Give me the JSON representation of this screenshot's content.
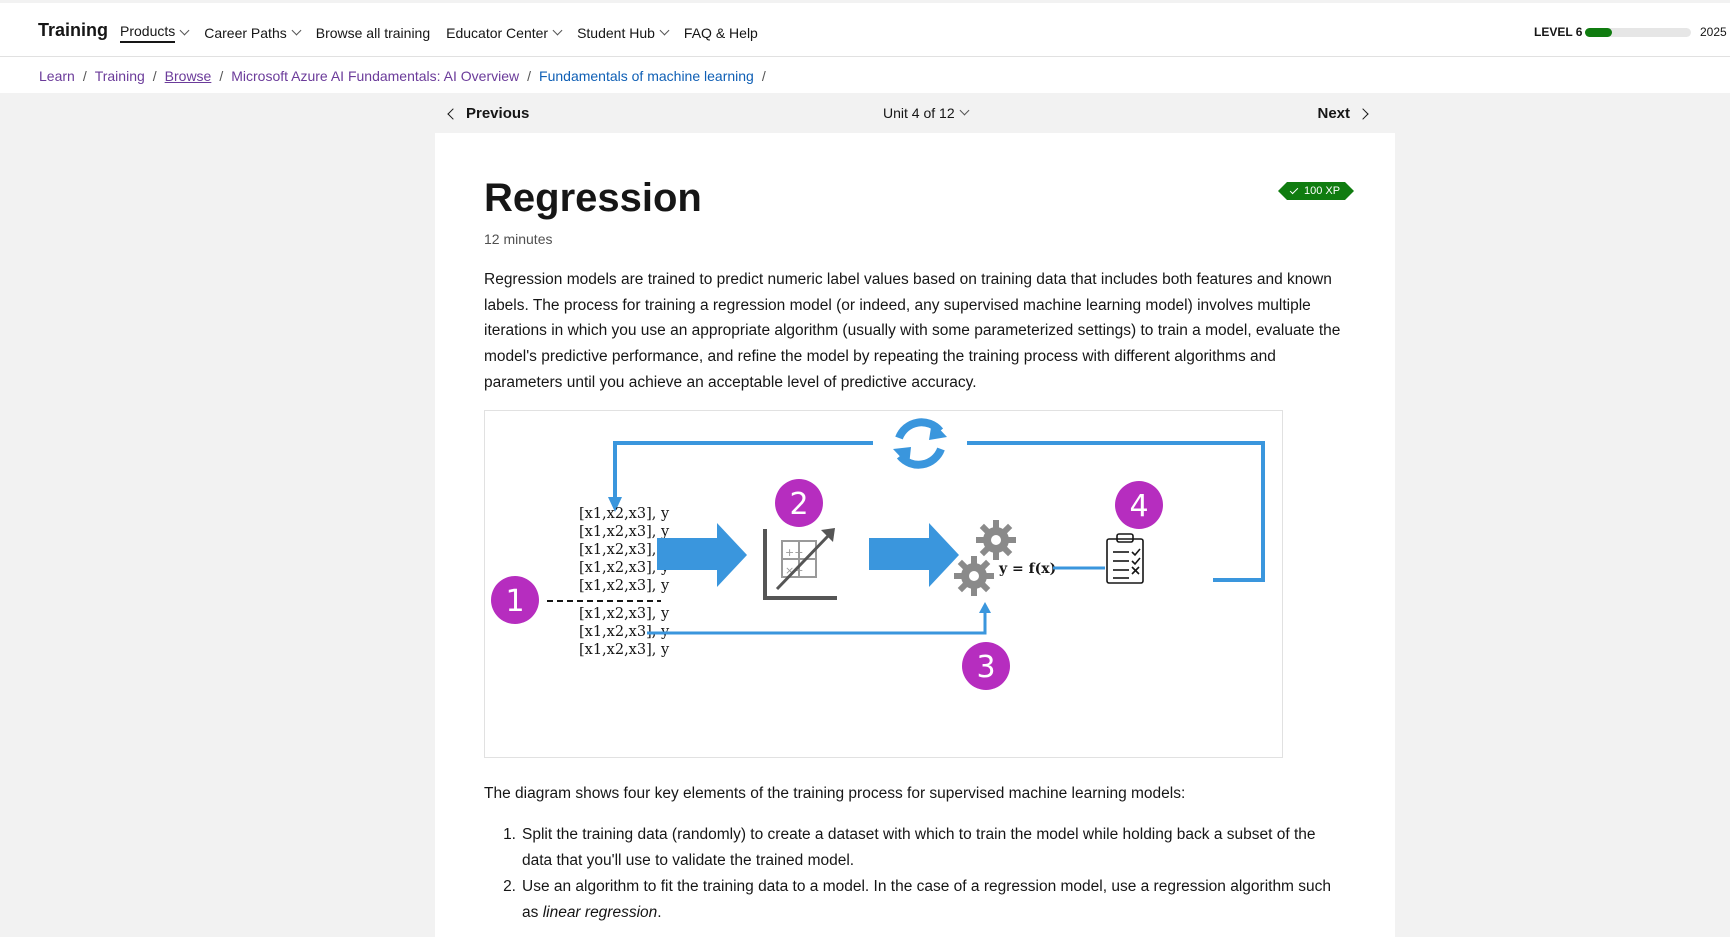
{
  "header": {
    "brand": "Training",
    "nav": [
      {
        "label": "Products",
        "dropdown": true,
        "active": true
      },
      {
        "label": "Career Paths",
        "dropdown": true,
        "active": false
      },
      {
        "label": "Browse all training",
        "dropdown": false,
        "active": false
      },
      {
        "label": "Educator Center",
        "dropdown": true,
        "active": false
      },
      {
        "label": "Student Hub",
        "dropdown": true,
        "active": false
      },
      {
        "label": "FAQ & Help",
        "dropdown": false,
        "active": false
      }
    ],
    "level_label": "LEVEL 6",
    "level_progress": 0.25,
    "xp_total": "2025"
  },
  "breadcrumb": [
    "Learn",
    "Training",
    "Browse",
    "Microsoft Azure AI Fundamentals: AI Overview",
    "Fundamentals of machine learning"
  ],
  "unit_nav": {
    "previous": "Previous",
    "unit": "Unit 4 of 12",
    "next": "Next"
  },
  "article": {
    "title": "Regression",
    "duration": "12 minutes",
    "xp_badge": "100 XP",
    "intro": "Regression models are trained to predict numeric label values based on training data that includes both features and known labels. The process for training a regression model (or indeed, any supervised machine learning model) involves multiple iterations in which you use an appropriate algorithm (usually with some parameterized settings) to train a model, evaluate the model's predictive performance, and refine the model by repeating the training process with different algorithms and parameters until you achieve an acceptable level of predictive accuracy.",
    "lead": "The diagram shows four key elements of the training process for supervised machine learning models:",
    "steps": [
      {
        "num": "1.",
        "text": "Split the training data (randomly) to create a dataset with which to train the model while holding back a subset of the data that you'll use to validate the trained model."
      },
      {
        "num": "2.",
        "text": "Use an algorithm to fit the training data to a model. In the case of a regression model, use a regression algorithm such as ",
        "em": "linear regression",
        "tail": "."
      }
    ]
  },
  "diagram": {
    "row_label": "[x1,x2,x3], y",
    "badges": [
      "1",
      "2",
      "3",
      "4"
    ],
    "formula": "y = f(x)",
    "colors": {
      "arrow": "#3a96dd",
      "badge": "#b62dbf",
      "gear": "#8a8a8a"
    }
  },
  "colors": {
    "accent_green": "#107c10",
    "link_purple": "#6b3b9a",
    "link_blue": "#0f5fb5"
  }
}
